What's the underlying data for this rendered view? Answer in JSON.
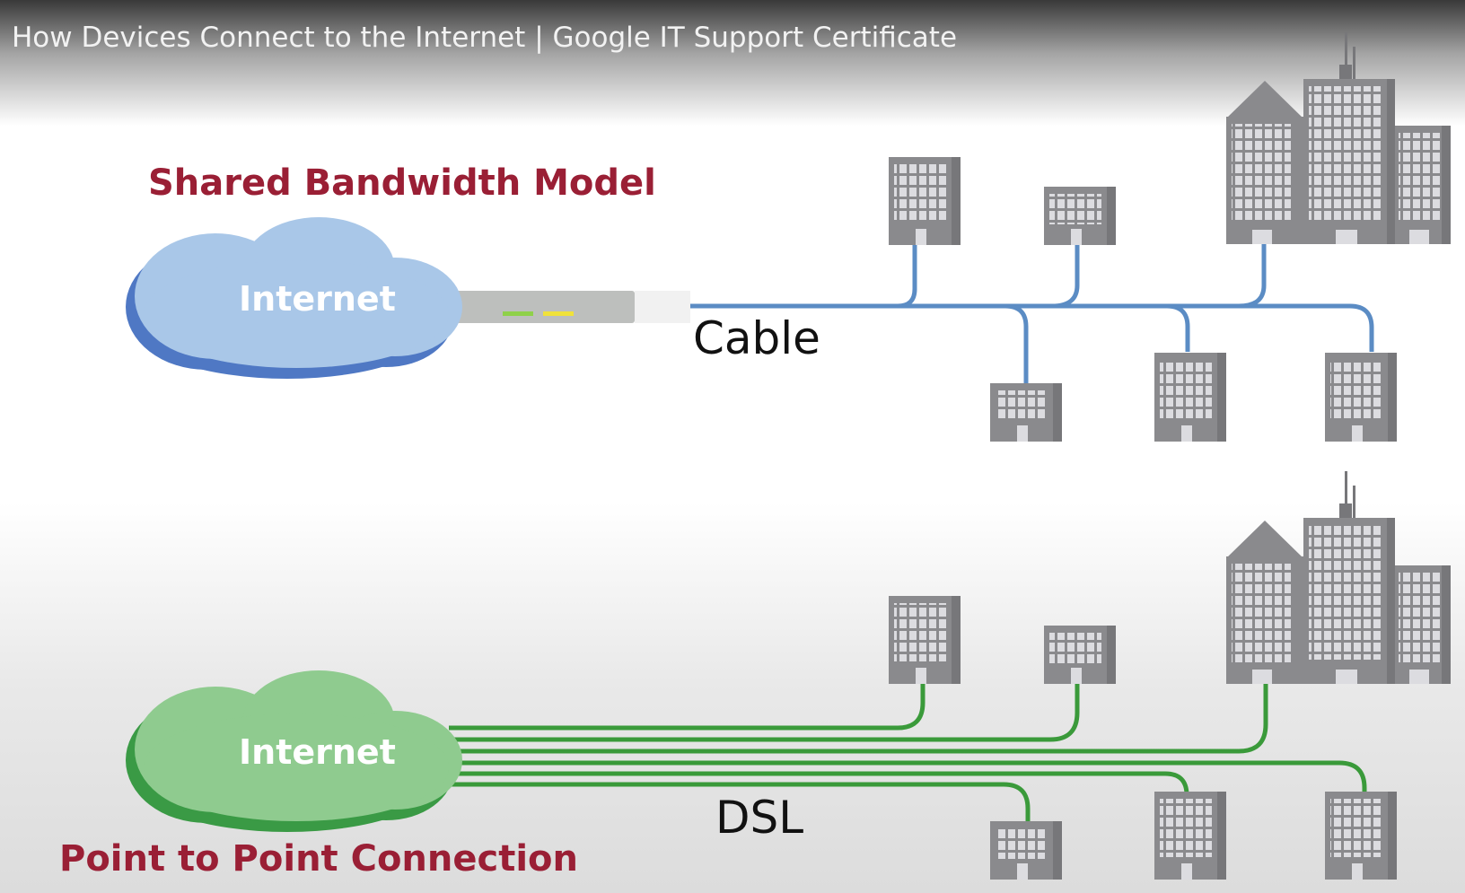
{
  "video": {
    "title": "How Devices Connect to the Internet | Google IT Support Certificate"
  },
  "top_diagram": {
    "heading": "Shared Bandwidth Model",
    "cloud_label": "Internet",
    "connection_label": "Cable",
    "cloud_color": "#a9c7e8",
    "cloud_shadow_color": "#4f78c4",
    "line_color": "#5b8cc4"
  },
  "bottom_diagram": {
    "heading": "Point to Point Connection",
    "cloud_label": "Internet",
    "connection_label": "DSL",
    "cloud_color": "#8fcb8f",
    "cloud_shadow_color": "#3a9a45",
    "line_color": "#3a9a3a"
  },
  "colors": {
    "heading_red": "#9a1f35",
    "building_gray": "#8a8a8d",
    "building_dark": "#77777a",
    "window_light": "#dcdce0"
  }
}
